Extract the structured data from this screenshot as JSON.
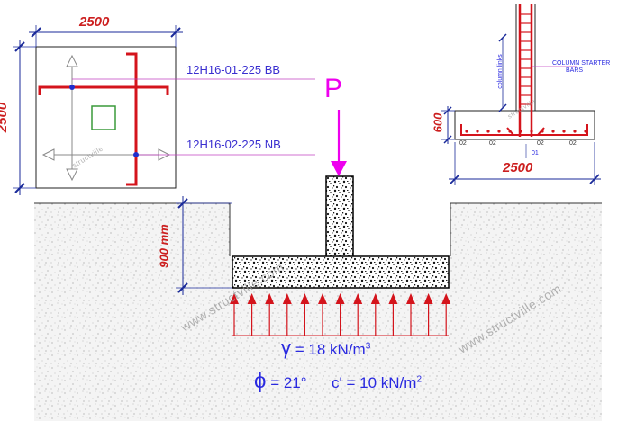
{
  "plan": {
    "width_label": "2500",
    "length_label": "2500",
    "bar_bottom_label": "12H16-01-225 BB",
    "bar_top_label": "12H16-02-225 NB"
  },
  "load": {
    "label": "P"
  },
  "depth": {
    "label": "900 mm"
  },
  "soil": {
    "gamma_symbol": "γ",
    "gamma_text": "= 18 kN/m",
    "gamma_exp": "3",
    "phi_symbol": "ϕ",
    "phi_text": "= 21°",
    "c_text": "c' = 10 kN/m",
    "c_exp": "2"
  },
  "section": {
    "depth_label": "600",
    "width_label": "2500",
    "column_bars_label": "column links",
    "starter_label_1": "COLUMN STARTER",
    "starter_label_2": "BARS",
    "mark_01": "01",
    "mark_02": "02"
  },
  "watermark": {
    "text": "www.structville.com",
    "short": "structville"
  },
  "colors": {
    "red": "#d4141c",
    "blue": "#1f2fcc",
    "magenta": "#ee00ee",
    "dim_blue": "#1a2a9a"
  }
}
